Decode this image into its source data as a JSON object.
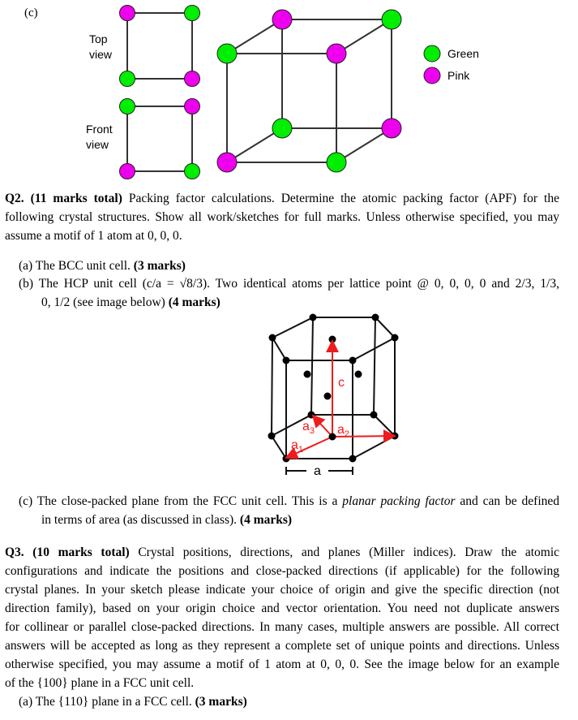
{
  "figure1": {
    "part_label": "(c)",
    "top_view_label": [
      "Top",
      "view"
    ],
    "front_view_label": [
      "Front",
      "view"
    ],
    "legend": [
      {
        "label": "Green",
        "color": "#00ee00"
      },
      {
        "label": "Pink",
        "color": "#ee00ee"
      }
    ]
  },
  "figure2": {
    "labels": {
      "c": "c",
      "a1": "a1",
      "a2": "a2",
      "a3": "a3",
      "a": "a"
    },
    "arrow_color": "#ee1c1c"
  },
  "lines": [
    [
      {
        "t": "Q2. (11 marks total)",
        "b": 1
      },
      {
        "t": " Packing factor calculations. Determine the atomic packing factor (APF) for the"
      }
    ],
    [
      {
        "t": "following crystal structures. Show all work/sketches for full marks. Unless otherwise specified, you may"
      }
    ],
    [
      {
        "t": "assume a motif of 1 atom at 0, 0, 0."
      }
    ],
    [
      {
        "t": "(a)  The BCC unit cell. "
      },
      {
        "t": "(3 marks)",
        "b": 1
      }
    ],
    [
      {
        "t": "(b)  The HCP unit cell (c/a = √8/3). Two identical atoms per lattice point @ 0, 0, 0, 0 and 2/3, 1/3,"
      }
    ],
    [
      {
        "t": "0, 1/2 (see image below) "
      },
      {
        "t": "(4 marks)",
        "b": 1
      }
    ],
    [
      {
        "t": "(c)  The close-packed plane from the FCC unit cell. This is a "
      },
      {
        "t": "planar packing factor",
        "i": 1
      },
      {
        "t": " and can be defined"
      }
    ],
    [
      {
        "t": "in terms of area (as discussed in class). "
      },
      {
        "t": "(4 marks)",
        "b": 1
      }
    ],
    [
      {
        "t": "Q3. (10 marks total)",
        "b": 1
      },
      {
        "t": " Crystal positions, directions, and planes (Miller indices). Draw the atomic"
      }
    ],
    [
      {
        "t": "configurations and indicate the positions and close-packed directions (if applicable) for the following"
      }
    ],
    [
      {
        "t": "crystal planes. In your sketch please indicate your choice of origin and give the specific direction (not"
      }
    ],
    [
      {
        "t": "direction family), based on your origin choice and vector orientation. You need not duplicate answers"
      }
    ],
    [
      {
        "t": "for collinear or parallel close-packed directions. In many cases, multiple answers are possible. All correct"
      }
    ],
    [
      {
        "t": "answers will be accepted as long as they represent a complete set of unique points and directions. Unless"
      }
    ],
    [
      {
        "t": "otherwise specified, you may assume a motif of 1 atom at 0, 0, 0. See the image below for an example"
      }
    ],
    [
      {
        "t": "of the {100} plane in a FCC unit cell."
      }
    ],
    [
      {
        "t": "(a)  The {110} plane in a FCC cell. "
      },
      {
        "t": "(3 marks)",
        "b": 1
      }
    ]
  ]
}
